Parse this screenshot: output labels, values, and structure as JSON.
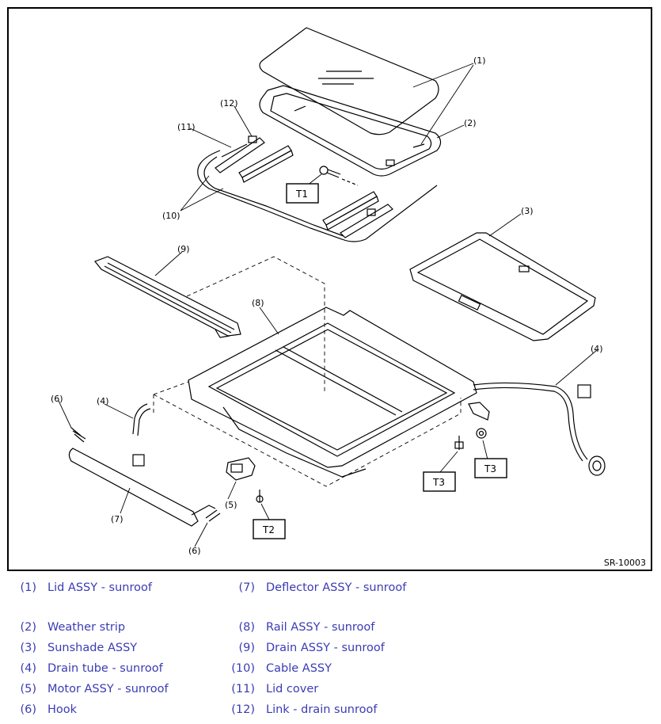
{
  "diagram": {
    "reference_code": "SR-10003",
    "callouts": {
      "c1": "(1)",
      "c2": "(2)",
      "c3": "(3)",
      "c4a": "(4)",
      "c4b": "(4)",
      "c6a": "(6)",
      "c6b": "(6)",
      "c7": "(7)",
      "c8": "(8)",
      "c9": "(9)",
      "c10": "(10)",
      "c11": "(11)",
      "c12": "(12)",
      "c5": "(5)"
    },
    "torque_labels": {
      "t1": "T1",
      "t2": "T2",
      "t3a": "T3",
      "t3b": "T3"
    }
  },
  "legend": {
    "items": [
      {
        "num": "(1)",
        "label": "Lid ASSY - sunroof"
      },
      {
        "num": "(7)",
        "label": "Deflector ASSY - sunroof"
      },
      {
        "num": "(2)",
        "label": "Weather strip"
      },
      {
        "num": "(8)",
        "label": "Rail ASSY - sunroof"
      },
      {
        "num": "(3)",
        "label": "Sunshade ASSY"
      },
      {
        "num": "(9)",
        "label": "Drain ASSY - sunroof"
      },
      {
        "num": "(4)",
        "label": "Drain tube - sunroof"
      },
      {
        "num": "(10)",
        "label": "Cable ASSY"
      },
      {
        "num": "(5)",
        "label": "Motor ASSY - sunroof"
      },
      {
        "num": "(11)",
        "label": "Lid cover"
      },
      {
        "num": "(6)",
        "label": "Hook"
      },
      {
        "num": "(12)",
        "label": "Link - drain sunroof"
      }
    ]
  }
}
